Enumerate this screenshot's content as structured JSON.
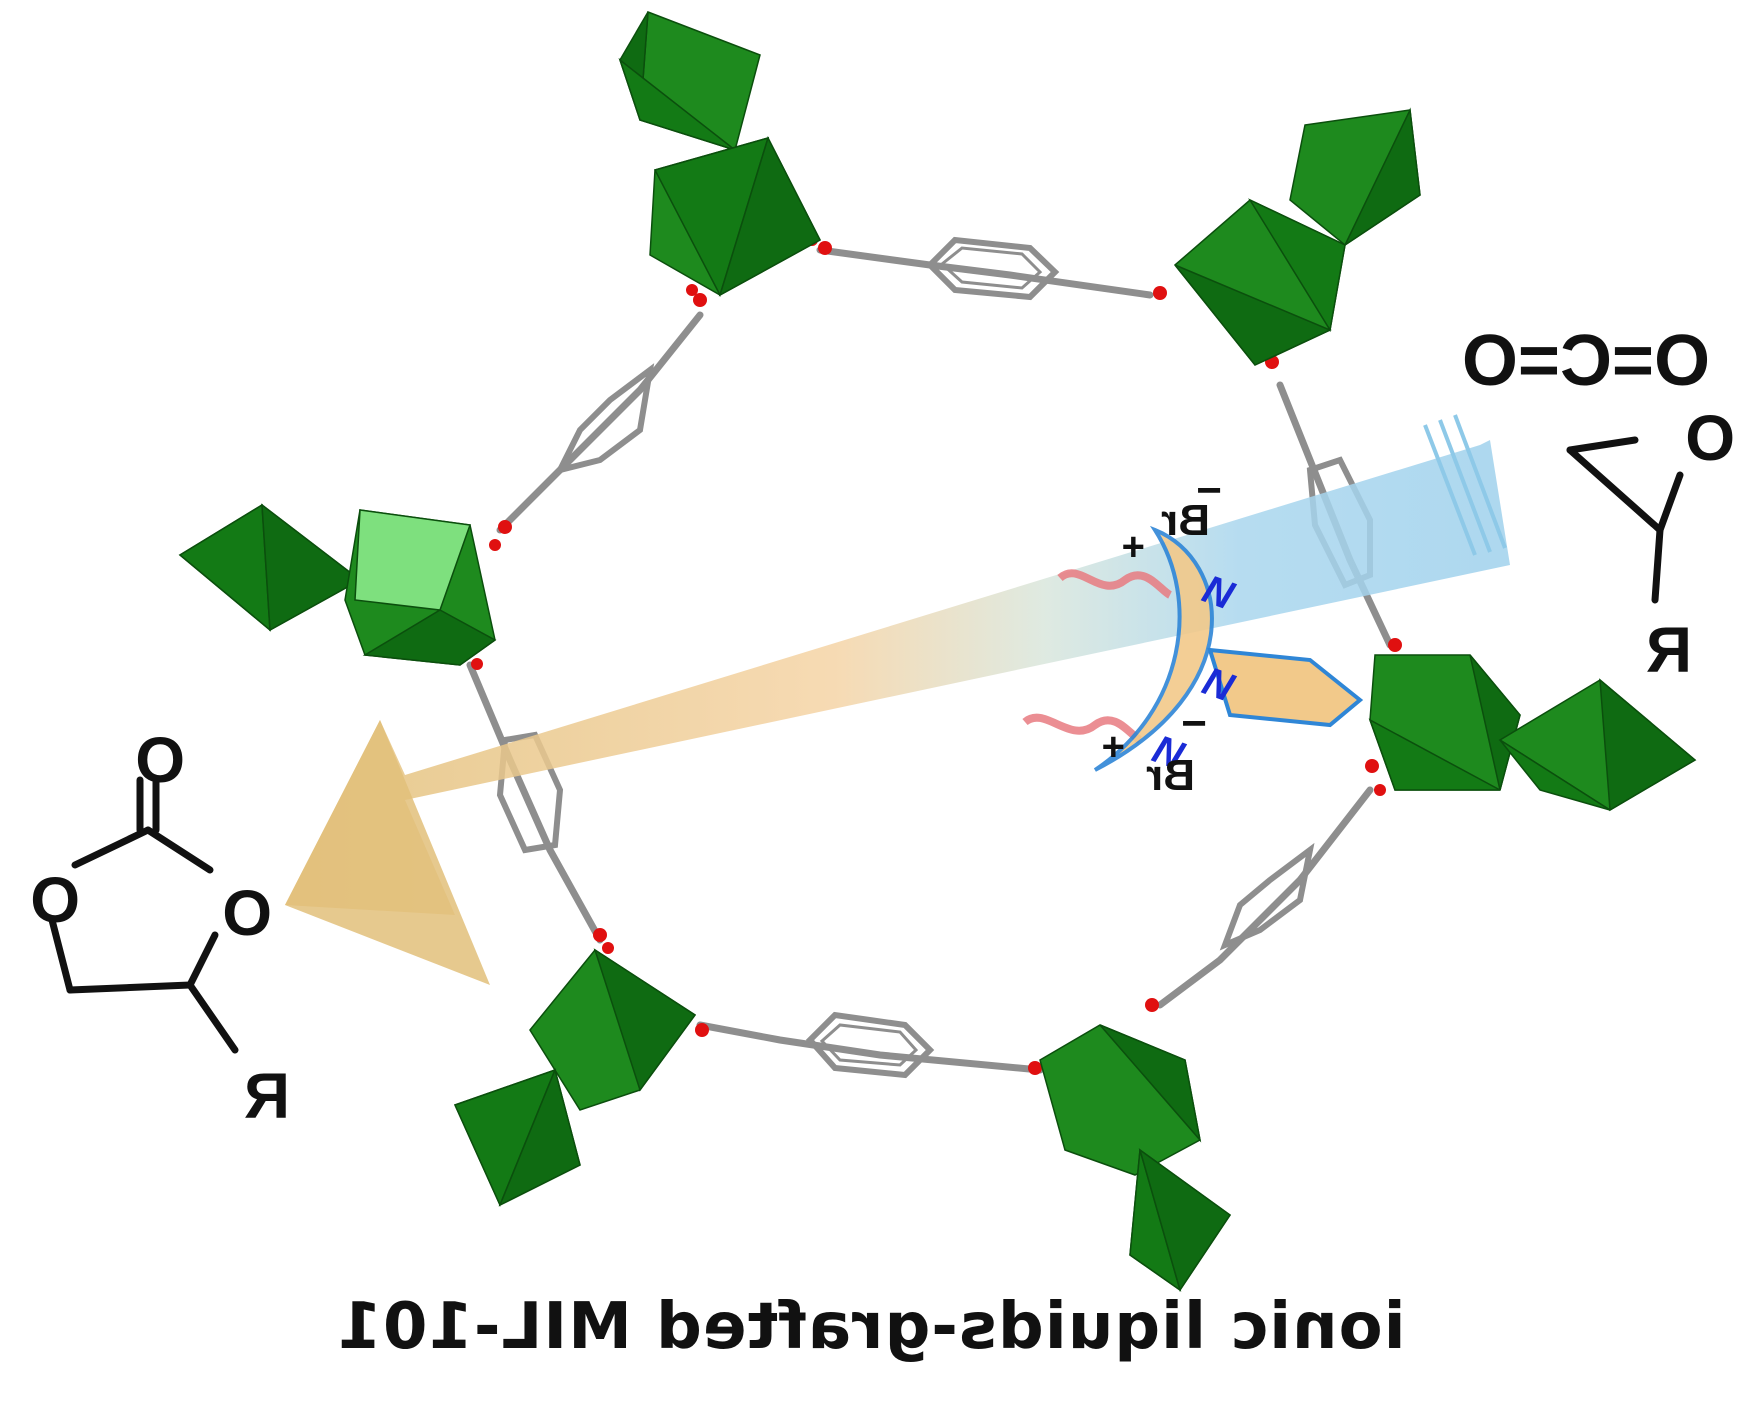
{
  "caption": "ionic liquids-grafted MIL-101",
  "reactants": {
    "co2": "O=C=O",
    "epoxide_oxygen": "O",
    "epoxide_substituent": "R"
  },
  "product": {
    "carbonyl_oxygen": "O",
    "ring_oxygen_left": "O",
    "ring_oxygen_right": "O",
    "substituent": "R"
  },
  "ionic_liquid": {
    "nitrogen_1": "N",
    "nitrogen_2": "N",
    "nitrogen_3": "N",
    "cation_charge_top": "+",
    "cation_charge_bottom": "+",
    "anion_top": "Br",
    "anion_bottom": "Br",
    "anion_charge": "−"
  },
  "colors": {
    "octahedron_dark": "#0f6b12",
    "octahedron_mid": "#1e8a1e",
    "octahedron_light": "#7ee07e",
    "linker": "#9a9a9a",
    "oxygen_node": "#e01010",
    "arrow_blue": "#8ec9e8",
    "arrow_orange": "#f3c98f",
    "arrow_gold": "#e2c07a",
    "il_outline": "#2f86d6",
    "il_fill": "#f2c98a",
    "nitrogen": "#1a2bd6",
    "alkyl_chain": "#e87a80"
  }
}
